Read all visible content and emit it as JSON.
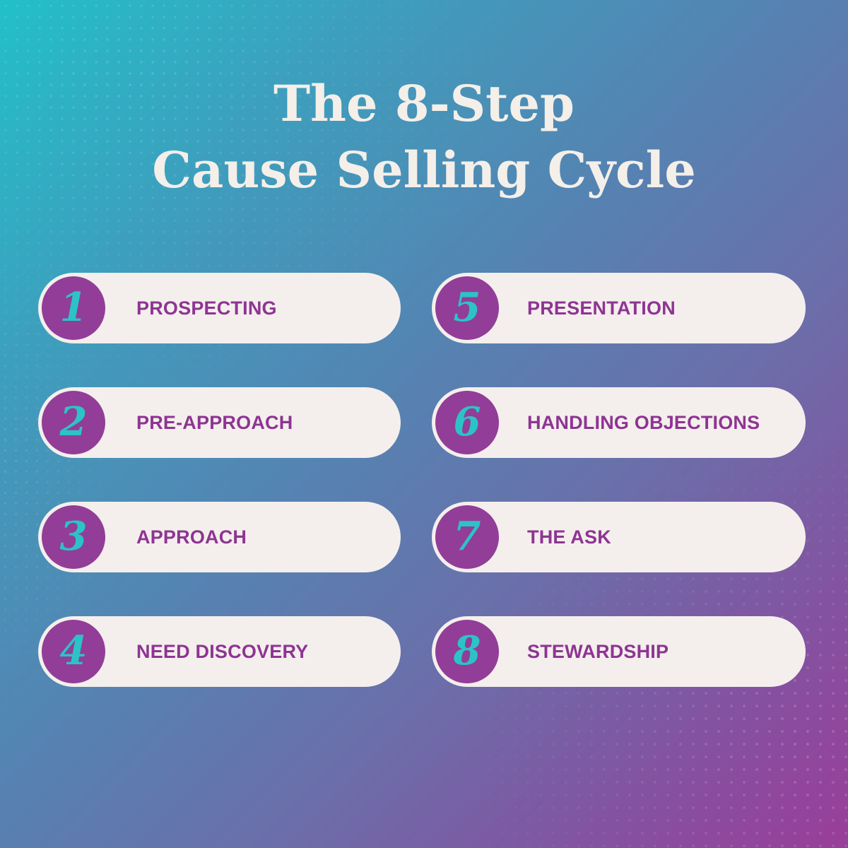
{
  "title": {
    "line1": "The 8-Step",
    "line2": "Cause Selling Cycle"
  },
  "colors": {
    "background_start": "#22c0c8",
    "background_end": "#9a3d99",
    "title_text": "#f4efe9",
    "pill_background": "#f4efec",
    "badge_background": "#923d98",
    "badge_number": "#2cc3c7",
    "step_label": "#8e3493"
  },
  "steps": [
    {
      "number": "1",
      "label": "PROSPECTING"
    },
    {
      "number": "2",
      "label": "PRE-APPROACH"
    },
    {
      "number": "3",
      "label": "APPROACH"
    },
    {
      "number": "4",
      "label": "NEED DISCOVERY"
    },
    {
      "number": "5",
      "label": "PRESENTATION"
    },
    {
      "number": "6",
      "label": "HANDLING OBJECTIONS"
    },
    {
      "number": "7",
      "label": "THE ASK"
    },
    {
      "number": "8",
      "label": "STEWARDSHIP"
    }
  ]
}
